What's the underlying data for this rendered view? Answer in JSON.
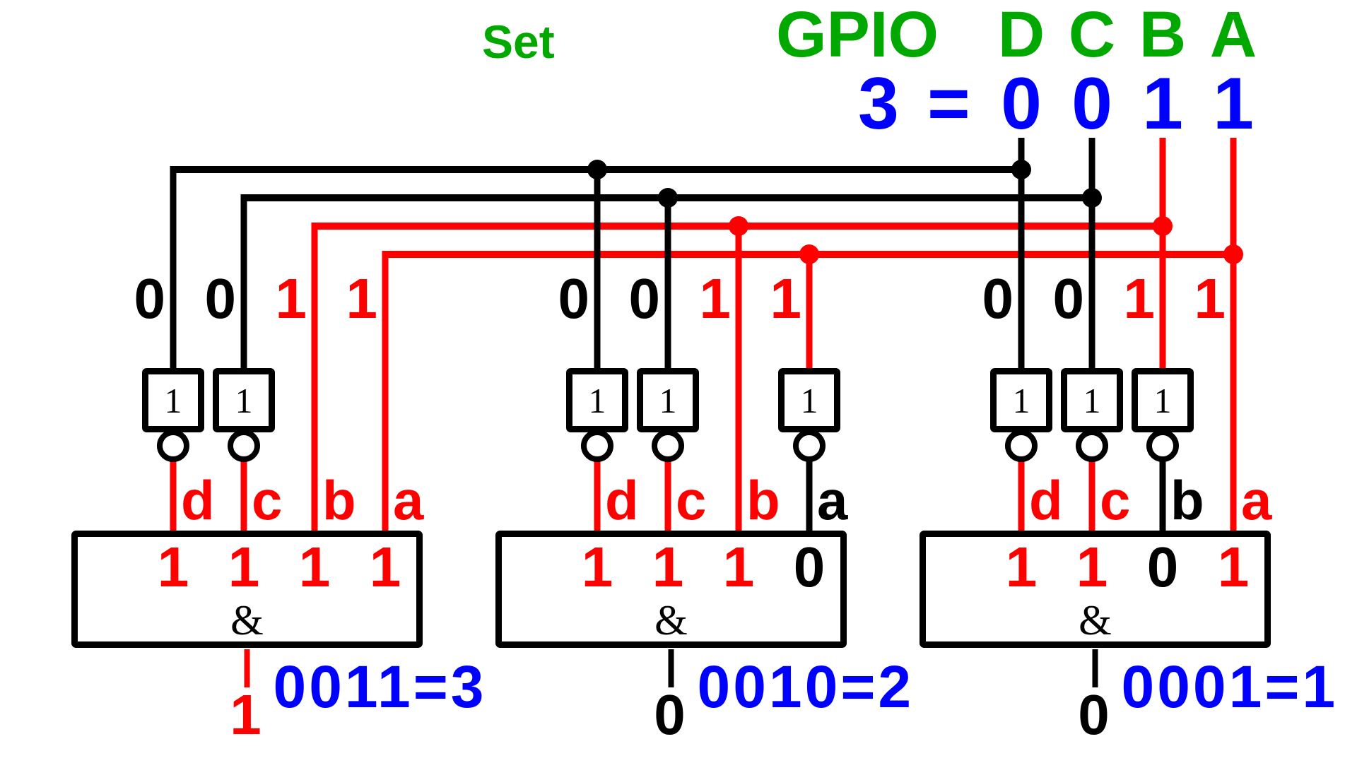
{
  "title": "Set",
  "colors": {
    "title_green": "#00A800",
    "value_blue": "#0000FF",
    "logic_high": "#FF0000",
    "logic_low": "#000000",
    "background": "#FFFFFF"
  },
  "gpio": {
    "label": "GPIO",
    "pins": [
      "D",
      "C",
      "B",
      "A"
    ],
    "value_decimal": "3",
    "equals": "=",
    "bits": [
      "0",
      "0",
      "1",
      "1"
    ]
  },
  "not_gate_symbol": "1",
  "and_gate_symbol": "&",
  "decoders": [
    {
      "id": "decoder-3",
      "input_values": [
        "0",
        "0",
        "1",
        "1"
      ],
      "inverted": [
        true,
        true,
        false,
        false
      ],
      "line_labels": [
        "d",
        "c",
        "b",
        "a"
      ],
      "and_inputs": [
        "1",
        "1",
        "1",
        "1"
      ],
      "output": "1",
      "code_label": "0011=3"
    },
    {
      "id": "decoder-2",
      "input_values": [
        "0",
        "0",
        "1",
        "1"
      ],
      "inverted": [
        true,
        true,
        false,
        true
      ],
      "line_labels": [
        "d",
        "c",
        "b",
        "a"
      ],
      "and_inputs": [
        "1",
        "1",
        "1",
        "0"
      ],
      "output": "0",
      "code_label": "0010=2"
    },
    {
      "id": "decoder-1",
      "input_values": [
        "0",
        "0",
        "1",
        "1"
      ],
      "inverted": [
        true,
        true,
        true,
        false
      ],
      "line_labels": [
        "d",
        "c",
        "b",
        "a"
      ],
      "and_inputs": [
        "1",
        "1",
        "0",
        "1"
      ],
      "output": "0",
      "code_label": "0001=1"
    }
  ]
}
